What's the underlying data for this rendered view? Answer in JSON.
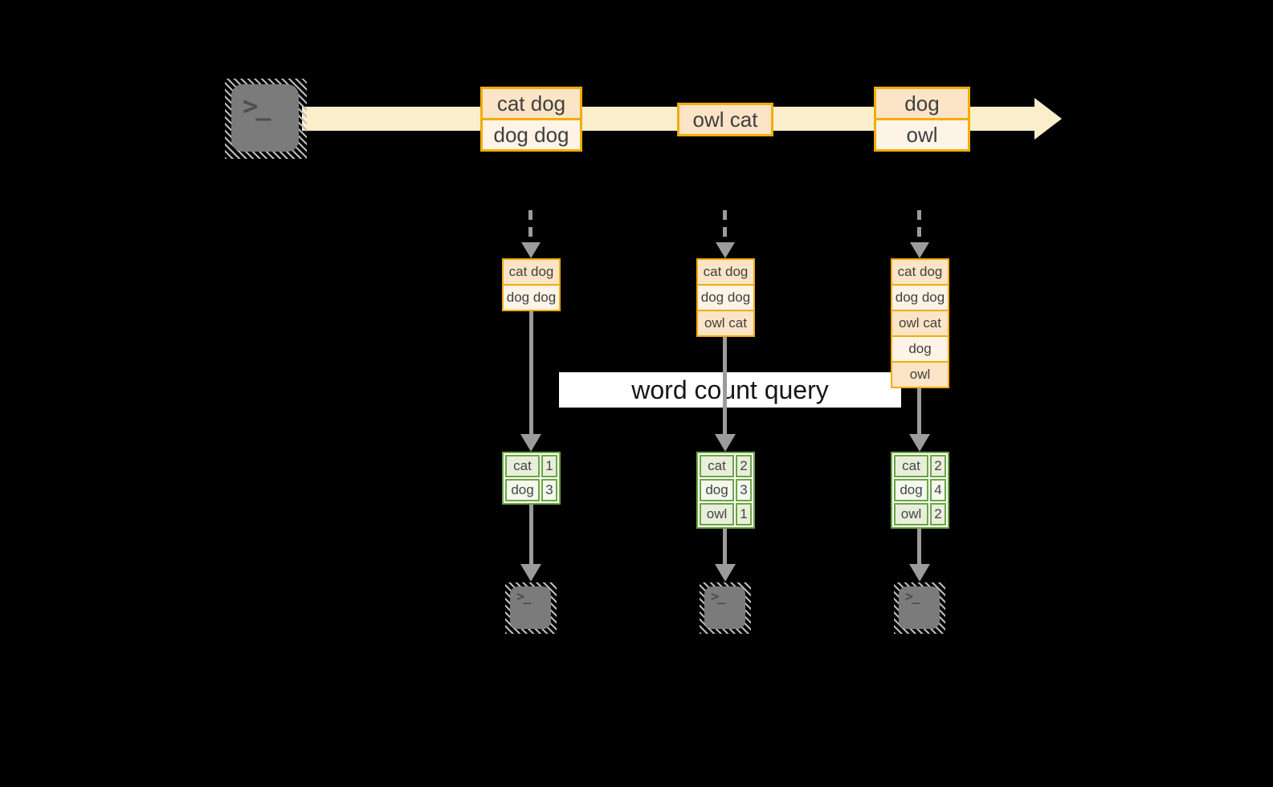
{
  "colors": {
    "background": "#000000",
    "stream_band": "#fbeecb",
    "orange_border": "#f0ad08",
    "orange_row_dark": "#fce4c6",
    "orange_row_light": "#fdf3e6",
    "green_border": "#6ba544",
    "green_cell_dark": "#e7efdb",
    "green_cell_light": "#f4f8ee",
    "arrow_gray": "#9b9b9b",
    "terminal_gray": "#7b7b7b",
    "banner_bg": "#ffffff"
  },
  "icons": {
    "terminal_prompt": ">_"
  },
  "query": {
    "label": "word count query"
  },
  "stream": {
    "events": [
      {
        "lines": [
          "cat dog",
          "dog dog"
        ]
      },
      {
        "lines": [
          "owl cat"
        ]
      },
      {
        "lines": [
          "dog",
          "owl"
        ]
      }
    ]
  },
  "columns": [
    {
      "stack": [
        "cat dog",
        "dog dog"
      ],
      "counts": [
        {
          "word": "cat",
          "count": "1"
        },
        {
          "word": "dog",
          "count": "3"
        }
      ]
    },
    {
      "stack": [
        "cat dog",
        "dog dog",
        "owl cat"
      ],
      "counts": [
        {
          "word": "cat",
          "count": "2"
        },
        {
          "word": "dog",
          "count": "3"
        },
        {
          "word": "owl",
          "count": "1"
        }
      ]
    },
    {
      "stack": [
        "cat dog",
        "dog dog",
        "owl cat",
        "dog",
        "owl"
      ],
      "counts": [
        {
          "word": "cat",
          "count": "2"
        },
        {
          "word": "dog",
          "count": "4"
        },
        {
          "word": "owl",
          "count": "2"
        }
      ]
    }
  ]
}
